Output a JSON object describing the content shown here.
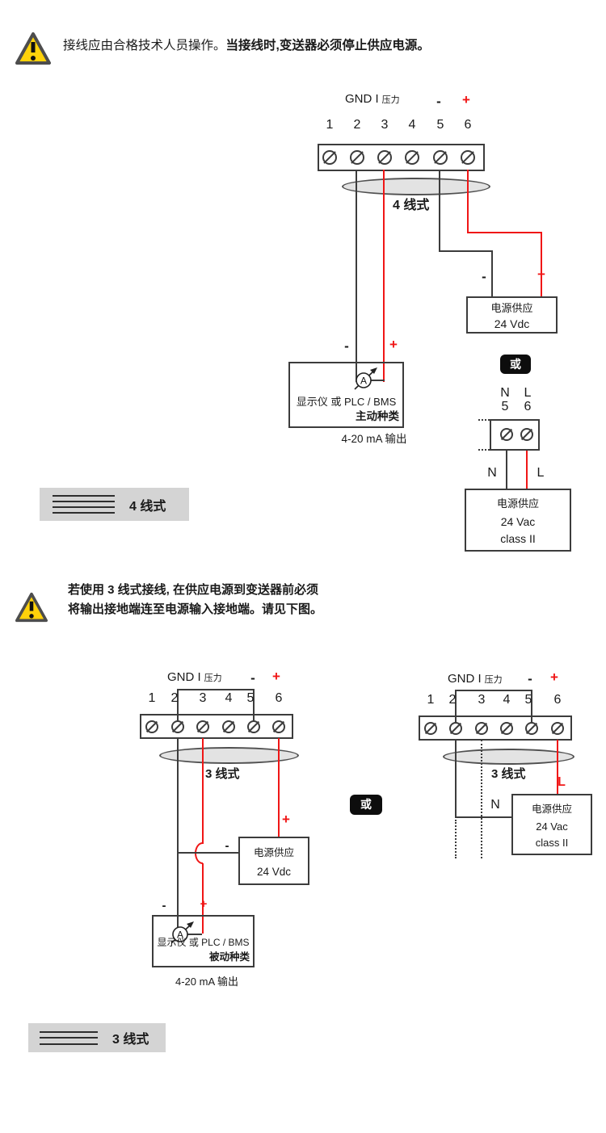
{
  "colors": {
    "wire_neg": "#3c3c3c",
    "wire_pos": "#f01616",
    "warn_yellow": "#ffd20a",
    "label_bg": "#d4d4d4",
    "badge_bg": "#0d0d0d"
  },
  "warning1": {
    "normal": "接线应由合格技术人员操作。",
    "bold": "当接线时,变送器必须停止供应电源。"
  },
  "warning2": {
    "line1": "若使用 3 线式接线, 在供应电源到变送器前必须",
    "line2": "将输出接地端连至电源输入接地端。请见下图。"
  },
  "labels": {
    "gnd_i": "GND I",
    "pressure": "压力",
    "minus": "-",
    "plus": "+",
    "or": "或",
    "n": "N",
    "l": "L",
    "ammeter": "A",
    "output": "4-20 mA 输出",
    "four_wire": "4 线式",
    "three_wire": "3 线式"
  },
  "terminals": [
    "1",
    "2",
    "3",
    "4",
    "5",
    "6"
  ],
  "boxes": {
    "psu_dc": {
      "title": "电源供应",
      "voltage": "24 Vdc"
    },
    "psu_ac": {
      "title": "电源供应",
      "voltage": "24 Vac",
      "class": "class II"
    },
    "display": {
      "devices": "显示仪 或 PLC / BMS",
      "active_type": "主动种类",
      "passive_type": "被动种类"
    }
  }
}
